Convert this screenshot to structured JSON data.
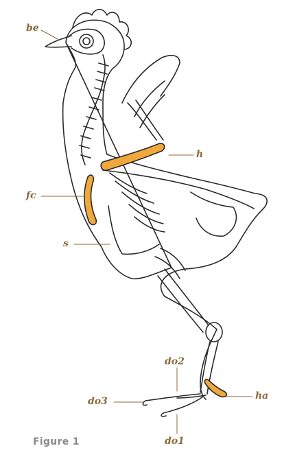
{
  "figure": {
    "caption": "Figure 1",
    "caption_color": "#8a8a8a",
    "label_color": "#8a6a3a",
    "highlight_color": "#f0a83c",
    "outline_color": "#2a2a2a",
    "labels": {
      "be": "be",
      "h": "h",
      "fc": "fc",
      "s": "s",
      "do2": "do2",
      "do3": "do3",
      "ha": "ha",
      "do1": "do1"
    }
  }
}
